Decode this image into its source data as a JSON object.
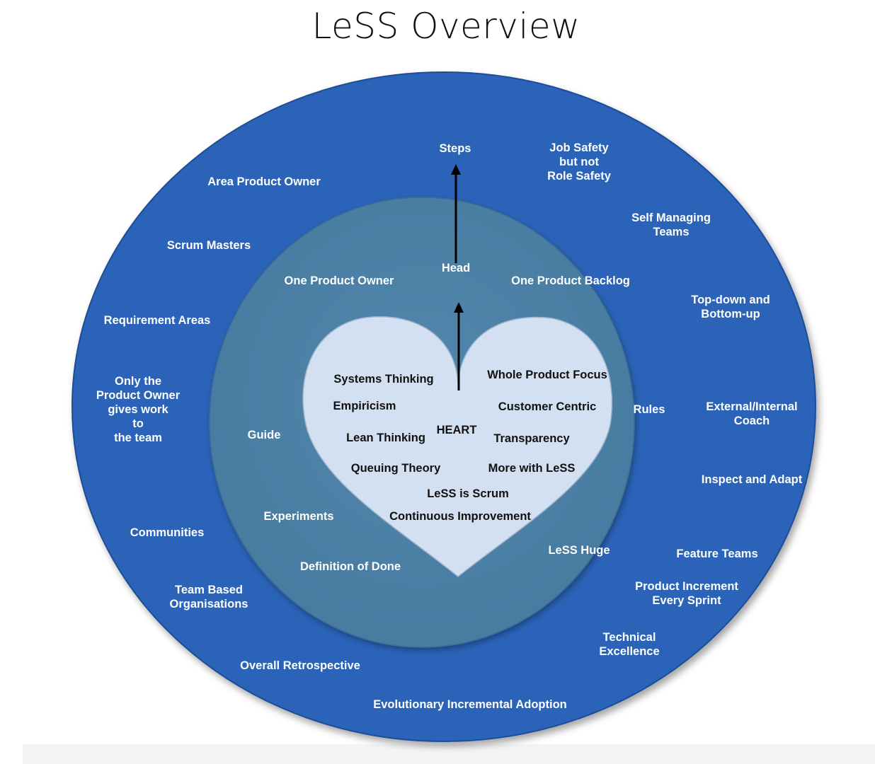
{
  "title": "LeSS Overview",
  "colors": {
    "outer_ring": "#2a63b8",
    "inner_circle": "#4c7fa6",
    "heart_fill": "#d3e0f2",
    "text_light": "#ffffff",
    "text_dark": "#111111",
    "arrow": "#000000"
  },
  "outer_labels": {
    "steps": "Steps",
    "job_safety": "Job Safety\nbut not\nRole Safety",
    "area_product_owner": "Area Product Owner",
    "self_managing_teams": "Self Managing\nTeams",
    "scrum_masters": "Scrum Masters",
    "top_down_bottom_up": "Top-down and\nBottom-up",
    "requirement_areas": "Requirement Areas",
    "only_the_product_owner": "Only the\nProduct Owner\ngives work\nto\nthe team",
    "external_internal_coach": "External/Internal\nCoach",
    "inspect_and_adapt": "Inspect and Adapt",
    "communities": "Communities",
    "feature_teams": "Feature Teams",
    "team_based_organisations": "Team Based\nOrganisations",
    "product_increment": "Product Increment\nEvery Sprint",
    "technical_excellence": "Technical\nExcellence",
    "overall_retrospective": "Overall Retrospective",
    "evolutionary_incremental_adoption": "Evolutionary Incremental Adoption"
  },
  "inner_labels": {
    "head": "Head",
    "one_product_owner": "One Product Owner",
    "one_product_backlog": "One Product Backlog",
    "rules": "Rules",
    "guide": "Guide",
    "experiments": "Experiments",
    "less_huge": "LeSS Huge",
    "definition_of_done": "Definition of Done"
  },
  "heart_labels": {
    "systems_thinking": "Systems Thinking",
    "whole_product_focus": "Whole Product Focus",
    "empiricism": "Empiricism",
    "customer_centric": "Customer Centric",
    "heart": "HEART",
    "lean_thinking": "Lean Thinking",
    "transparency": "Transparency",
    "queuing_theory": "Queuing Theory",
    "more_with_less": "More with LeSS",
    "less_is_scrum": "LeSS is Scrum",
    "continuous_improvement": "Continuous Improvement"
  }
}
